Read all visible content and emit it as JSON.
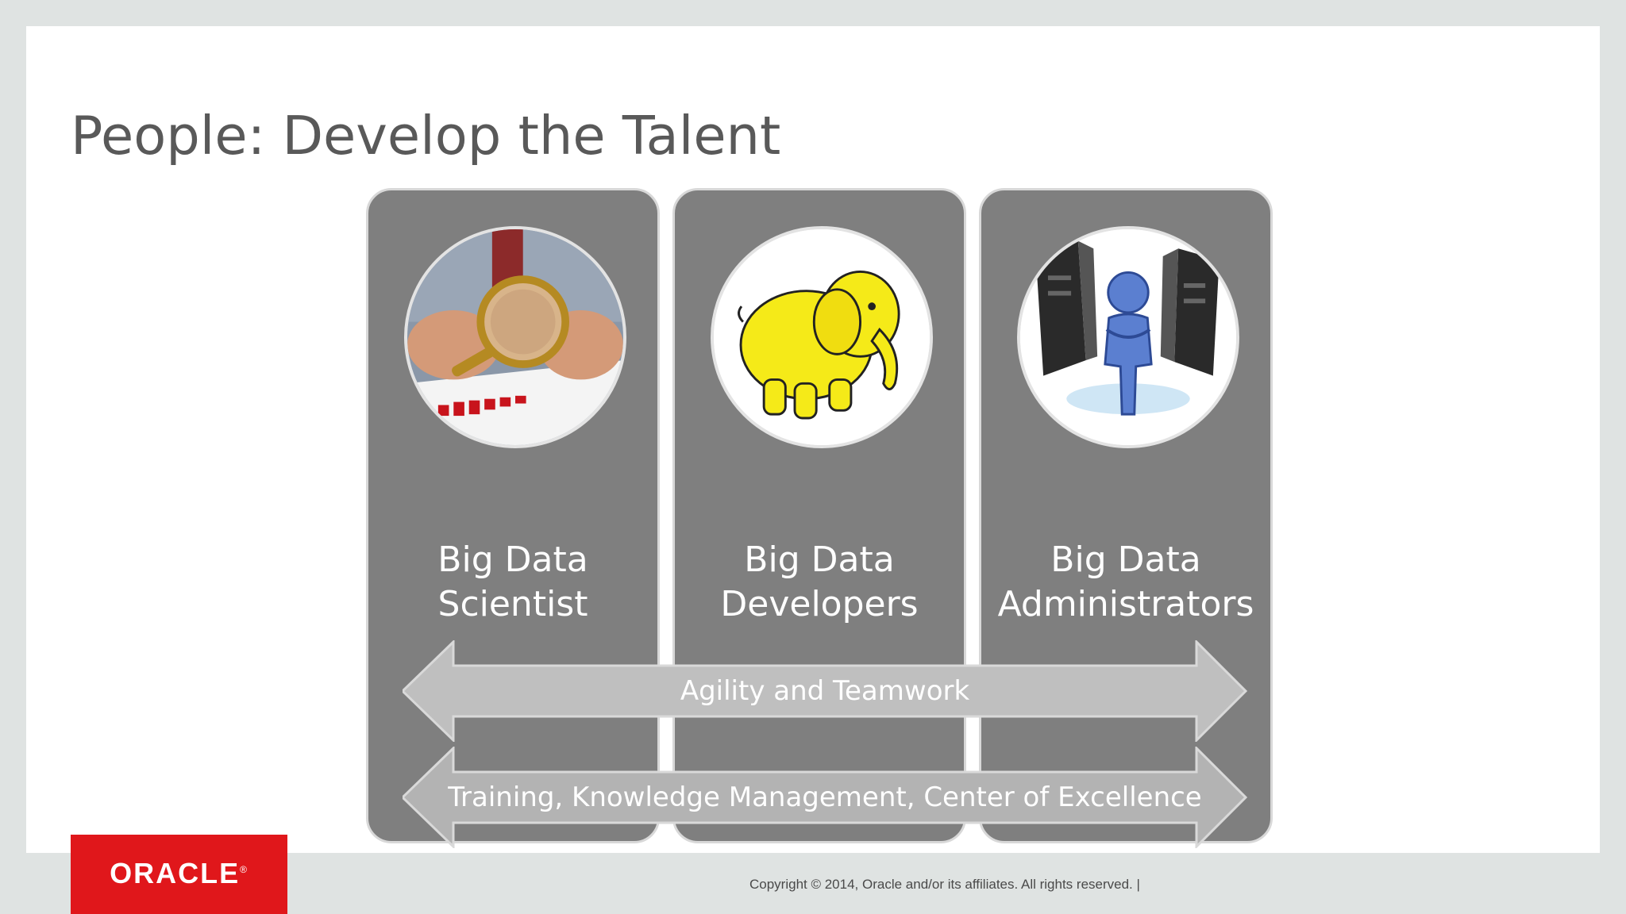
{
  "slide": {
    "title": "People: Develop the Talent"
  },
  "panels": [
    {
      "line1": "Big Data",
      "line2": "Scientist",
      "image": "magnifying-glass-photo"
    },
    {
      "line1": "Big Data",
      "line2": "Developers",
      "image": "hadoop-elephant"
    },
    {
      "line1": "Big Data",
      "line2": "Administrators",
      "image": "admin-with-servers"
    }
  ],
  "arrows": {
    "agility": "Agility and Teamwork",
    "training": "Training, Knowledge Management, Center of Excellence"
  },
  "logo": {
    "text": "ORACLE",
    "registered": "®"
  },
  "footer": {
    "copyright": "Copyright © 2014, Oracle and/or its affiliates. All rights reserved.  |"
  },
  "colors": {
    "panel": "#7f7f7f",
    "arrow": "#bfbfbf",
    "brand": "#e0171b",
    "title": "#595959"
  }
}
